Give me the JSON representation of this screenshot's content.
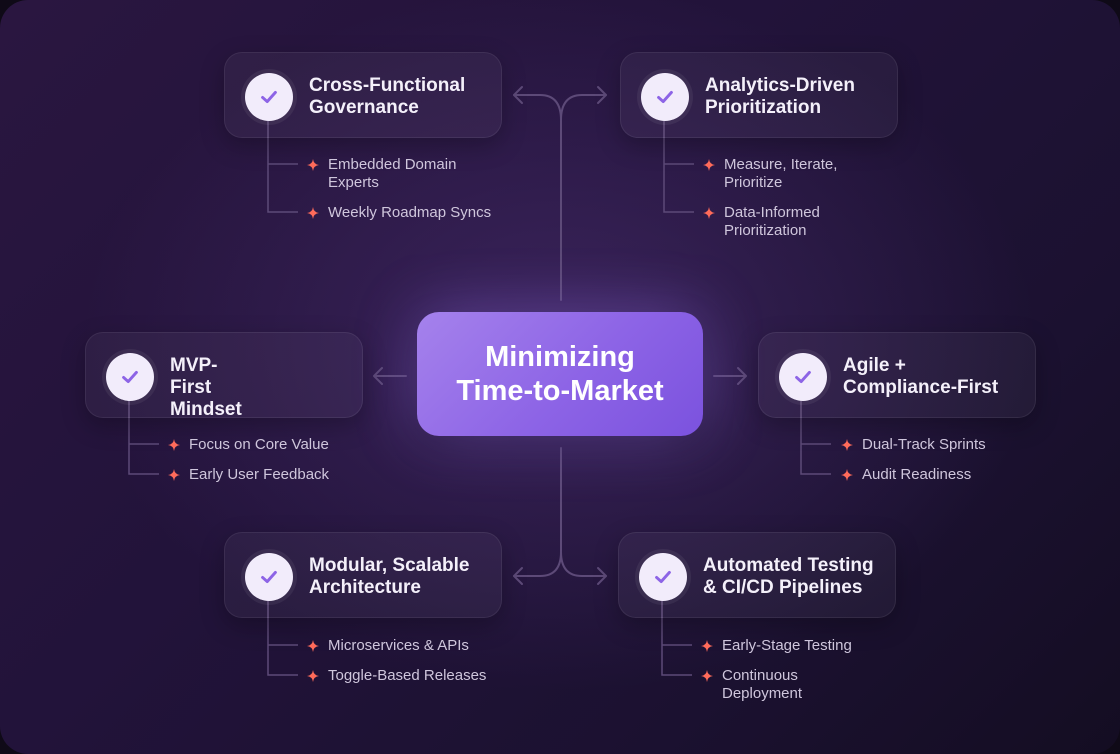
{
  "center": {
    "title": "Minimizing\nTime-to-Market"
  },
  "colors": {
    "accent": "#8d64e6",
    "bullet_star": "#ff6b5a",
    "check_bg": "#f2ecfb",
    "check": "#8d64e6"
  },
  "nodes": [
    {
      "title": "Cross-Functional Governance",
      "bullets": [
        "Embedded Domain Experts",
        "Weekly Roadmap Syncs"
      ]
    },
    {
      "title": "Analytics-Driven Prioritization",
      "bullets": [
        "Measure, Iterate, Prioritize",
        "Data-Informed Prioritization"
      ]
    },
    {
      "title": "MVP-First Mindset",
      "bullets": [
        "Focus on Core Value",
        "Early User Feedback"
      ]
    },
    {
      "title": "Agile + Compliance-First",
      "bullets": [
        "Dual-Track Sprints",
        "Audit Readiness"
      ]
    },
    {
      "title": "Modular, Scalable Architecture",
      "bullets": [
        "Microservices & APIs",
        "Toggle-Based Releases"
      ]
    },
    {
      "title": "Automated Testing & CI/CD Pipelines",
      "bullets": [
        "Early-Stage Testing",
        "Continuous Deployment"
      ]
    }
  ]
}
